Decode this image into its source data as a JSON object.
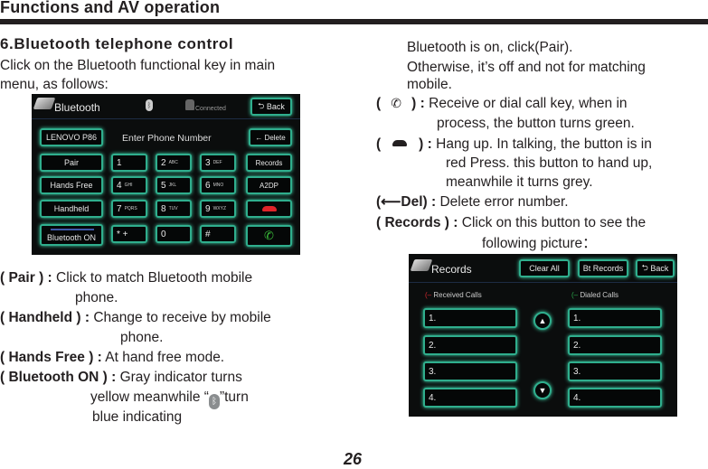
{
  "header": {
    "title": "Functions and AV operation"
  },
  "section": {
    "title": "6.Bluetooth telephone control",
    "intro": [
      "Click on the Bluetooth functional key in main",
      "menu, as follows:"
    ]
  },
  "bluetooth_screen": {
    "title": "Bluetooth",
    "status": "Connected",
    "back": "Back",
    "device": "LENOVO P86",
    "prompt": "Enter Phone Number",
    "delete": "Delete",
    "left_buttons": [
      "Pair",
      "Hands Free",
      "Handheld",
      "Bluetooth ON"
    ],
    "keys": [
      {
        "d": "1",
        "l": ""
      },
      {
        "d": "2",
        "l": "ABC"
      },
      {
        "d": "3",
        "l": "DEF"
      },
      {
        "d": "4",
        "l": "GHI"
      },
      {
        "d": "5",
        "l": "JKL"
      },
      {
        "d": "6",
        "l": "MNO"
      },
      {
        "d": "7",
        "l": "PQRS"
      },
      {
        "d": "8",
        "l": "TUV"
      },
      {
        "d": "9",
        "l": "WXYZ"
      },
      {
        "d": "*  +",
        "l": ""
      },
      {
        "d": "0",
        "l": ""
      },
      {
        "d": "#",
        "l": ""
      }
    ],
    "right_buttons": [
      "Records",
      "A2DP"
    ],
    "hangup_color": "#e0242a",
    "call_color": "#3bbf3b"
  },
  "left_desc": [
    {
      "key": "( Pair  ) :",
      "text": "Click to match Bluetooth mobile",
      "cont": [
        "phone."
      ]
    },
    {
      "key": "( Handheld ) :",
      "text": "Change to receive by mobile",
      "cont": [
        "phone."
      ]
    },
    {
      "key": "( Hands Free ) :",
      "text": "At hand free mode.",
      "cont": []
    },
    {
      "key": "( Bluetooth ON ) :",
      "text": "Gray indicator turns",
      "cont_a": "yellow meanwhile “",
      "cont_b": "”turn",
      "cont_c": "blue indicating"
    }
  ],
  "right_desc": {
    "pair_cont": [
      "Bluetooth is on, click(Pair).",
      "Otherwise, it’s off and not for matching",
      "mobile."
    ],
    "call": {
      "key_open": "(",
      "key_close": ") :",
      "text": "Receive or dial call key, when in",
      "cont": "process, the button turns green."
    },
    "hangup": {
      "key_open": "(",
      "key_close": ") :",
      "text": "Hang up. In talking, the button is in",
      "cont": [
        "red Press. this button to hand up,",
        "meanwhile it turns grey."
      ]
    },
    "del": {
      "key": "Del) :",
      "text": "Delete error number."
    },
    "records": {
      "key": "(  Records ) :",
      "text": "Click on this button to see the",
      "cont": "following picture："
    }
  },
  "records_screen": {
    "title": "Records",
    "clear_all": "Clear All",
    "bt_records": "Bt Records",
    "back": "Back",
    "received": "Received Calls",
    "dialed": "Dialed Calls",
    "received_items": [
      "1.",
      "2.",
      "3.",
      "4."
    ],
    "dialed_items": [
      "1.",
      "2.",
      "3.",
      "4."
    ]
  },
  "page_number": "26"
}
